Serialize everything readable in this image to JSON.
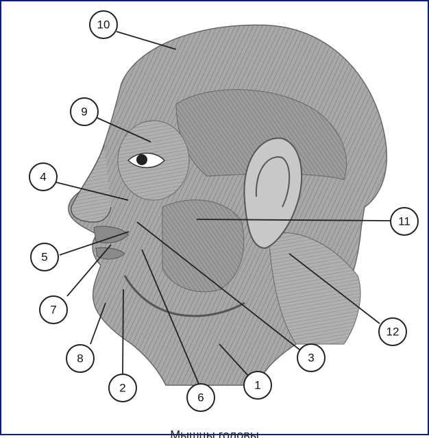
{
  "caption": "Мышцы головы",
  "colors": {
    "border": "#0a1f8f",
    "line": "#222222",
    "muscle": "#9a9a9a"
  },
  "callouts": [
    {
      "id": "10",
      "label": "10"
    },
    {
      "id": "9",
      "label": "9"
    },
    {
      "id": "4",
      "label": "4"
    },
    {
      "id": "5",
      "label": "5"
    },
    {
      "id": "7",
      "label": "7"
    },
    {
      "id": "8",
      "label": "8"
    },
    {
      "id": "2",
      "label": "2"
    },
    {
      "id": "6",
      "label": "6"
    },
    {
      "id": "1",
      "label": "1"
    },
    {
      "id": "3",
      "label": "3"
    },
    {
      "id": "12",
      "label": "12"
    },
    {
      "id": "11",
      "label": "11"
    }
  ]
}
